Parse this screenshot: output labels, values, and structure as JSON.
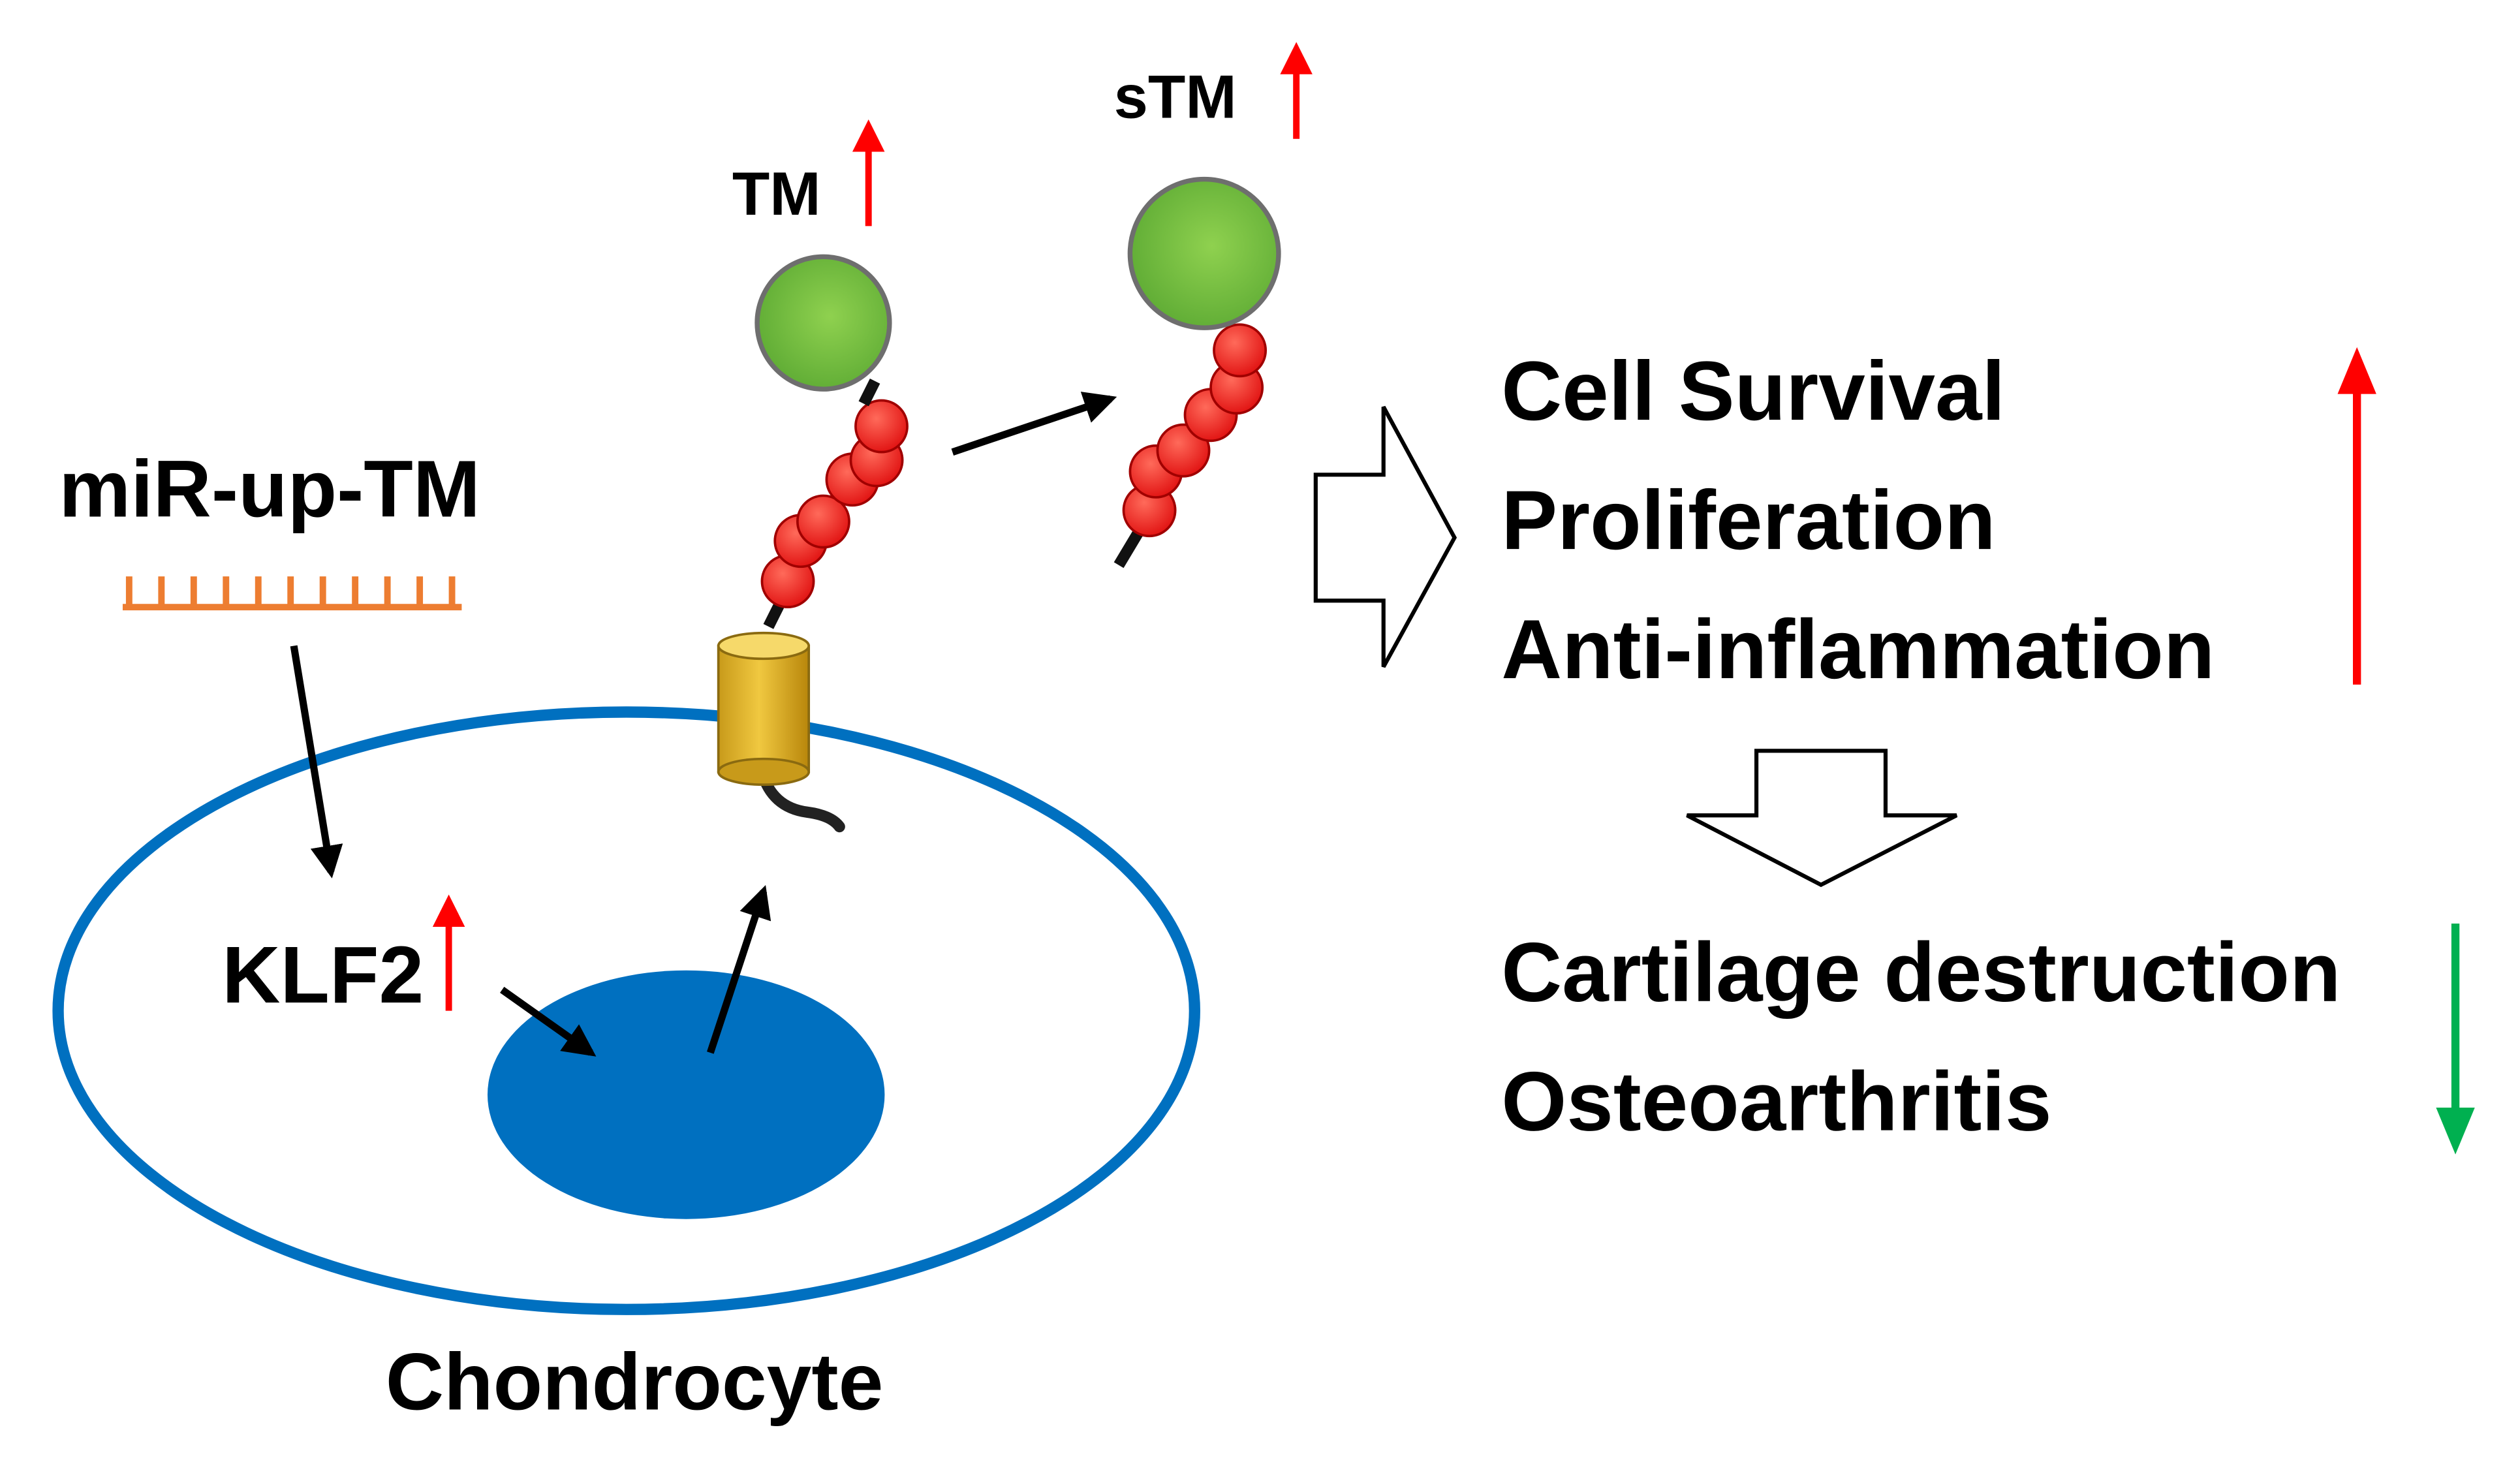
{
  "labels": {
    "mirna": "miR-up-TM",
    "klf2": "KLF2",
    "tm": "TM",
    "stm": "sTM",
    "chondrocyte": "Chondrocyte"
  },
  "outcomes": {
    "increased": [
      "Cell Survival",
      "Proliferation",
      "Anti-inflammation"
    ],
    "decreased": [
      "Cartilage destruction",
      "Osteoarthritis"
    ]
  },
  "colors": {
    "up_arrow": "#ff0000",
    "down_arrow": "#00b050",
    "cell_membrane": "#0070c0",
    "nucleus": "#0070c0",
    "mirna": "#ed7d31",
    "tm_globe": "#7dc242",
    "tm_beads": "#ee1c1c",
    "receptor": "#e8b830"
  }
}
